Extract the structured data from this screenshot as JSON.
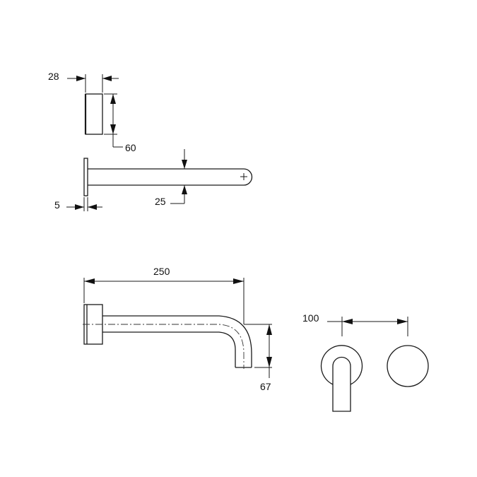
{
  "drawing": {
    "type": "technical-dimension-drawing",
    "subject": "wall-mounted bath spout and wall mixer",
    "line_color": "#1a1a1a",
    "background": "#ffffff"
  },
  "views": {
    "spout_end_view": {
      "width_dim": "28",
      "height_dim": "60"
    },
    "spout_top_view": {
      "plate_thickness_dim": "5",
      "spout_diameter_dim": "25"
    },
    "spout_side_view": {
      "length_dim": "250",
      "drop_dim": "67"
    },
    "mixer_front_view": {
      "center_spacing_dim": "100"
    }
  }
}
